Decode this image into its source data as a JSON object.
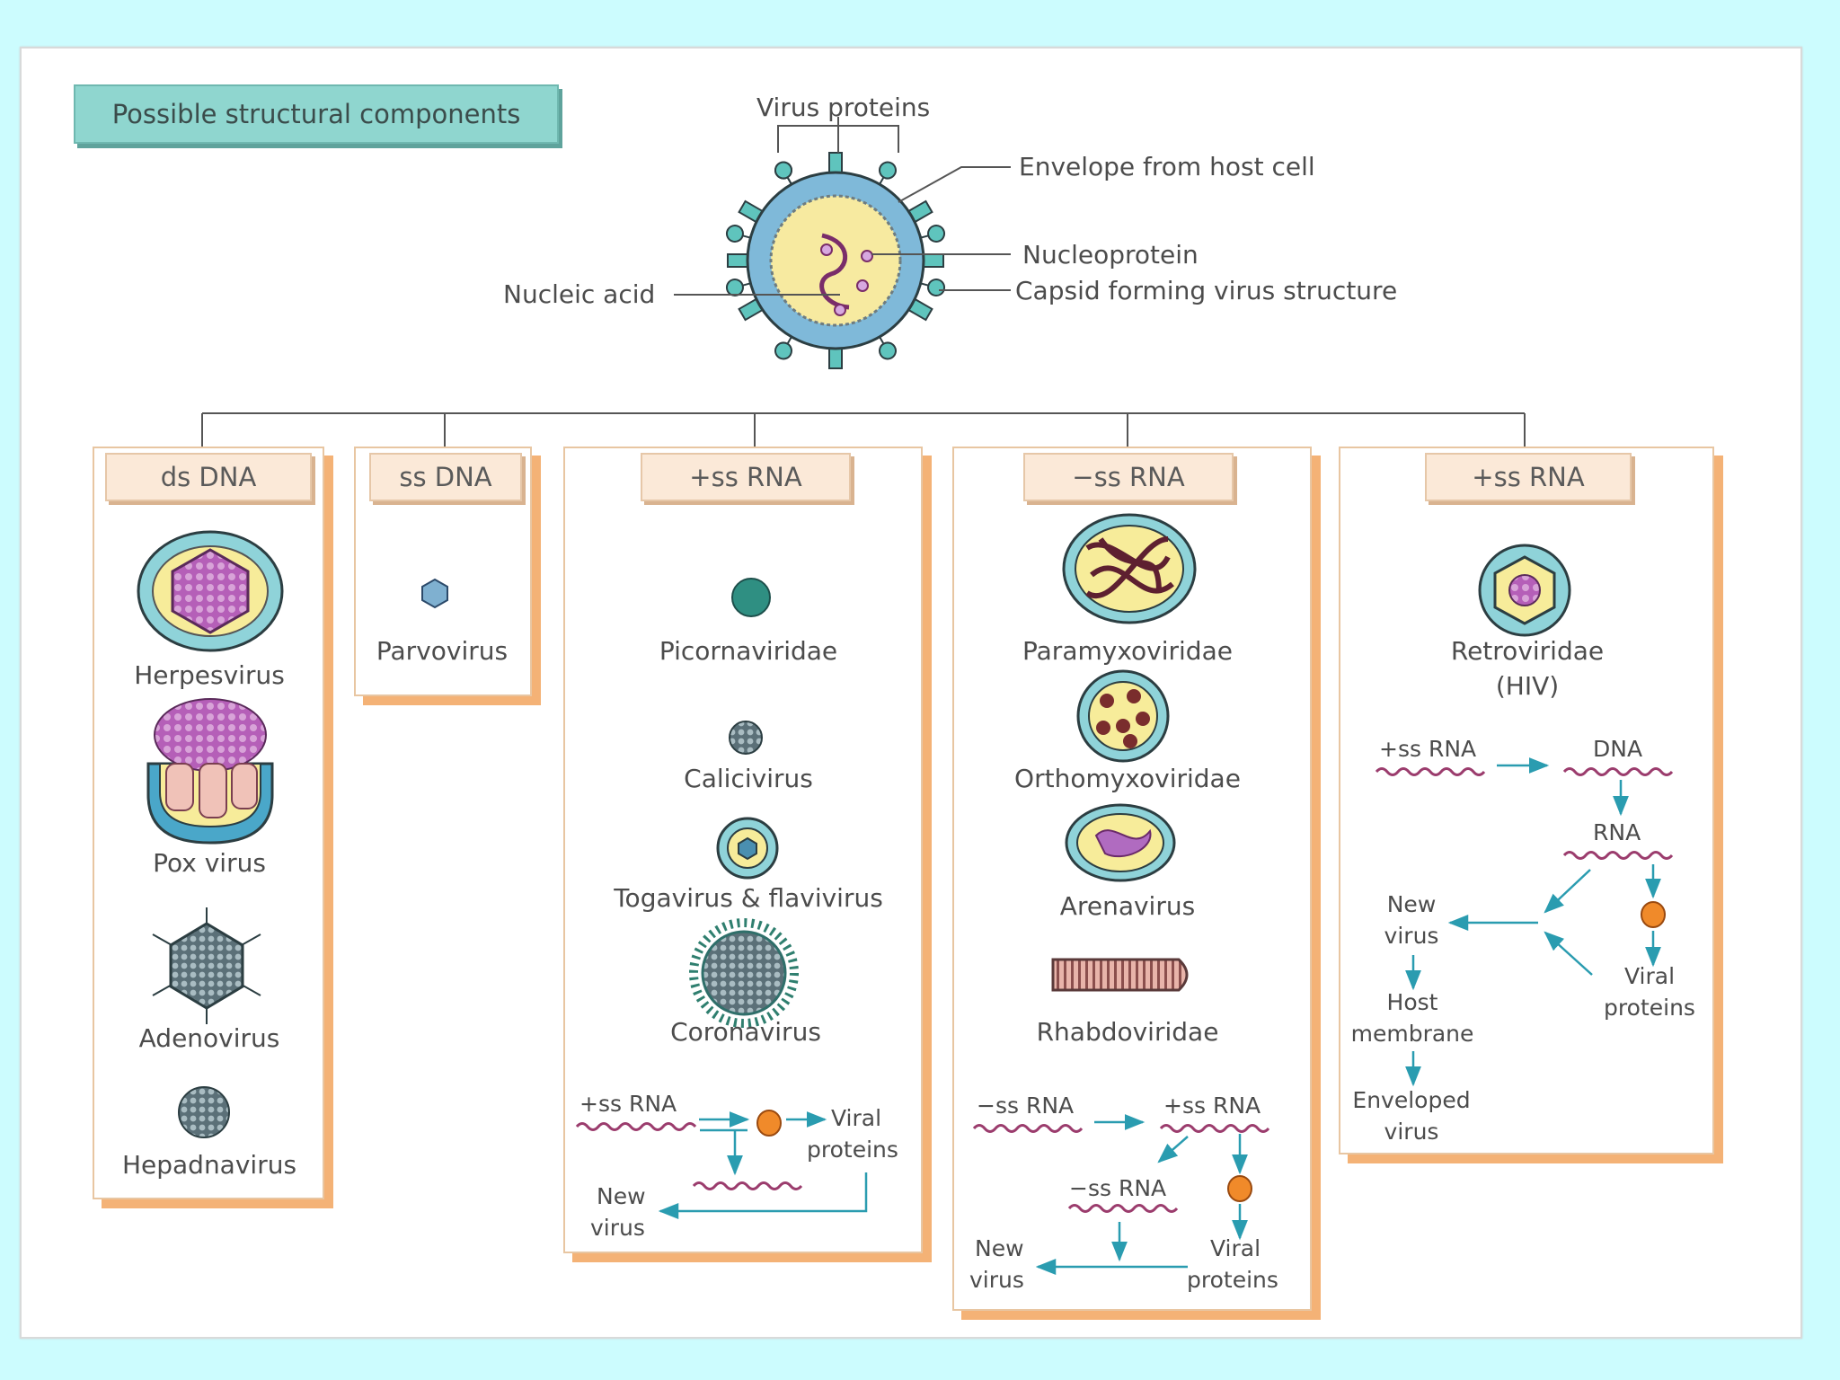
{
  "header": "Possible structural components",
  "virion_labels": {
    "virus_proteins": "Virus proteins",
    "envelope": "Envelope from host cell",
    "nucleoprotein": "Nucleoprotein",
    "capsid": "Capsid forming virus structure",
    "nucleic_acid": "Nucleic acid"
  },
  "groups": [
    {
      "title": "ds DNA",
      "viruses": [
        "Herpesvirus",
        "Pox virus",
        "Adenovirus",
        "Hepadnavirus"
      ]
    },
    {
      "title": "ss DNA",
      "viruses": [
        "Parvovirus"
      ]
    },
    {
      "title": "+ss RNA",
      "viruses": [
        "Picornaviridae",
        "Calicivirus",
        "Togavirus & flavivirus",
        "Coronavirus"
      ],
      "replication": {
        "genome": "+ss RNA",
        "viral_proteins_1": "Viral",
        "viral_proteins_2": "proteins",
        "new_virus_1": "New",
        "new_virus_2": "virus"
      }
    },
    {
      "title": "−ss RNA",
      "viruses": [
        "Paramyxoviridae",
        "Orthomyxoviridae",
        "Arenavirus",
        "Rhabdoviridae"
      ],
      "replication": {
        "genome": "−ss RNA",
        "intermediate": "+ss RNA",
        "progeny": "−ss RNA",
        "new_virus_1": "New",
        "new_virus_2": "virus",
        "viral_proteins_1": "Viral",
        "viral_proteins_2": "proteins"
      }
    },
    {
      "title": "+ss RNA",
      "viruses": [
        "Retroviridae",
        "(HIV)"
      ],
      "replication": {
        "genome": "+ss RNA",
        "dna": "DNA",
        "rna": "RNA",
        "new_virus_1": "New",
        "new_virus_2": "virus",
        "viral_proteins_1": "Viral",
        "viral_proteins_2": "proteins",
        "host_1": "Host",
        "host_2": "membrane",
        "enveloped_1": "Enveloped",
        "enveloped_2": "virus"
      }
    }
  ],
  "colors": {
    "background": "#ccfcfe",
    "panel_shadow": "#f4b276",
    "header_fill": "#8fd6cf",
    "arrow": "#2a9cb0",
    "rna_wave": "#9b3c6d"
  }
}
